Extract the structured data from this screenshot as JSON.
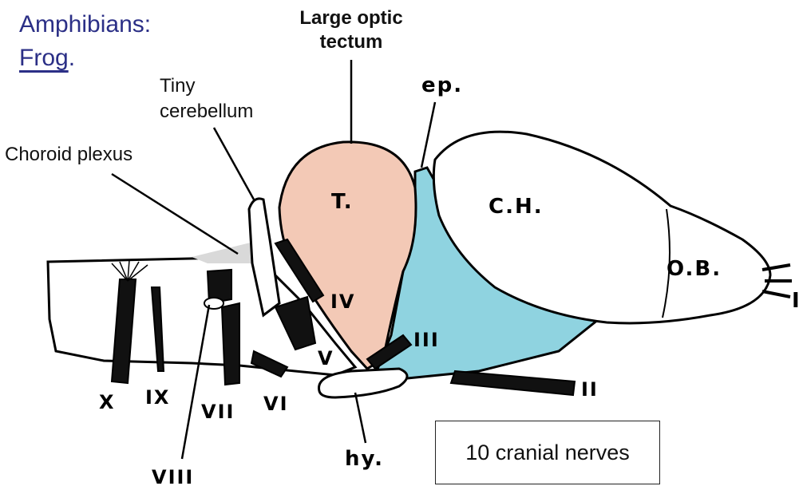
{
  "title": {
    "line1": "Amphibians:",
    "line2": "Frog",
    "line2_suffix": "."
  },
  "labels": {
    "tectum": [
      "Large optic",
      "tectum"
    ],
    "cerebellum": [
      "Tiny",
      "cerebellum"
    ],
    "choroid": "Choroid plexus",
    "ep": "ep.",
    "T": "T.",
    "CH": "C.H.",
    "OB": "O.B.",
    "I": "I",
    "II": "II",
    "III": "III",
    "IV": "IV",
    "V": "V",
    "VI": "VI",
    "VII": "VII",
    "VIII": "VIII",
    "IX": "IX",
    "X": "X",
    "hy": "hy."
  },
  "note": "10 cranial nerves",
  "colors": {
    "tectum_fill": "#f3c9b6",
    "diencephalon_fill": "#8fd3e0",
    "title_text": "#2b2f86",
    "outline": "#000000"
  }
}
